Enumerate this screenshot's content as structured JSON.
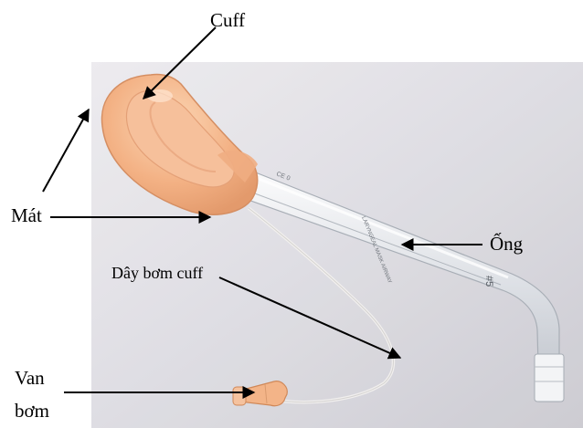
{
  "labels": {
    "cuff": "Cuff",
    "mat": "Mát",
    "ong": "Ống",
    "day_bom_cuff": "Dây bơm cuff",
    "van": "Van",
    "bom": "bơm"
  },
  "tube_print": {
    "size_mark": "#5",
    "brand_text": "LARYNGEAL MASK AIRWAY",
    "cuff_mark": "CE 0"
  },
  "colors": {
    "mask": "#f4b98e",
    "background": "#d9d8de",
    "tube": "#e8ecef",
    "annotation": "#000000"
  }
}
